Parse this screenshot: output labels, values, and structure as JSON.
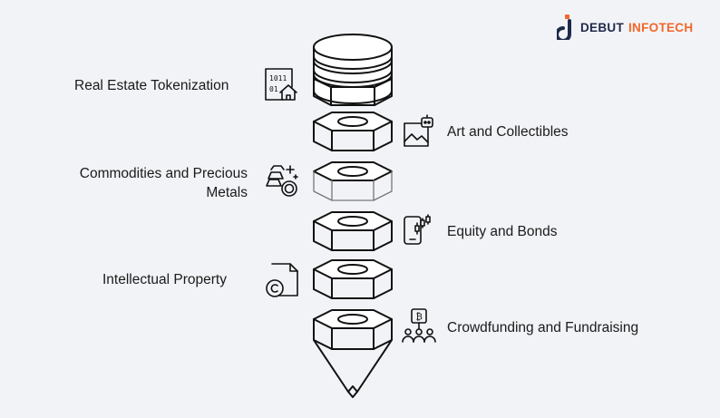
{
  "brand": {
    "word1": "DEBUT",
    "word2": "INFOTECH",
    "colors": {
      "navy": "#1f2a4a",
      "orange": "#f2672a"
    }
  },
  "items": [
    {
      "label": "Real Estate Tokenization",
      "icon": "real-estate-document-icon",
      "side": "left"
    },
    {
      "label": "Art and Collectibles",
      "icon": "art-picture-icon",
      "side": "right"
    },
    {
      "label_line1": "Commodities and Precious",
      "label_line2": "Metals",
      "icon": "gold-bars-icon",
      "side": "left"
    },
    {
      "label": "Equity and Bonds",
      "icon": "stock-chart-phone-icon",
      "side": "right"
    },
    {
      "label": "Intellectual Property",
      "icon": "copyright-document-icon",
      "side": "left"
    },
    {
      "label": "Crowdfunding and Fundraising",
      "icon": "crowdfunding-people-icon",
      "side": "right"
    }
  ]
}
